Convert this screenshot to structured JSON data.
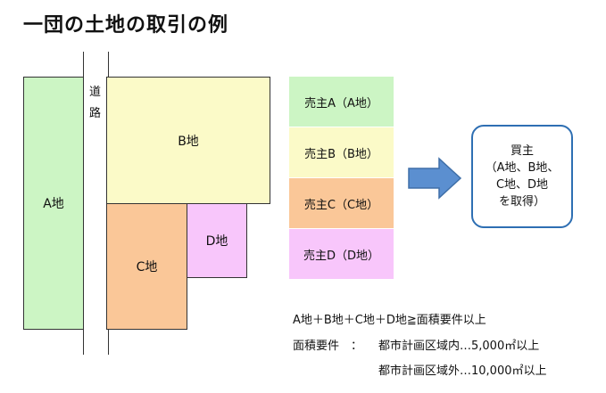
{
  "title": "一団の土地の取引の例",
  "road": {
    "chars": [
      "道",
      "路"
    ]
  },
  "lots": {
    "a": {
      "label": "A地",
      "color": "#ccf5c4"
    },
    "b": {
      "label": "B地",
      "color": "#fbfac8"
    },
    "c": {
      "label": "C地",
      "color": "#fac798"
    },
    "d": {
      "label": "D地",
      "color": "#f8c6fb"
    }
  },
  "sellers": [
    {
      "label": "売主A（A地）",
      "color": "#ccf5c4"
    },
    {
      "label": "売主B（B地）",
      "color": "#fbfac8"
    },
    {
      "label": "売主C（C地）",
      "color": "#fac798"
    },
    {
      "label": "売主D（D地）",
      "color": "#f8c6fb"
    }
  ],
  "buyer": {
    "lines": [
      "買主",
      "（A地、B地、",
      "C地、D地",
      "を取得）"
    ],
    "border_color": "#2e6fb3"
  },
  "arrow_color": "#5b8fd0",
  "notes": {
    "formula": "A地＋B地＋C地＋D地≧面積要件以上",
    "requirement_label": "面積要件　：",
    "in_city_area": "都市計画区域内…5,000㎡以上",
    "outside_city_area": "都市計画区域外…10,000㎡以上"
  }
}
